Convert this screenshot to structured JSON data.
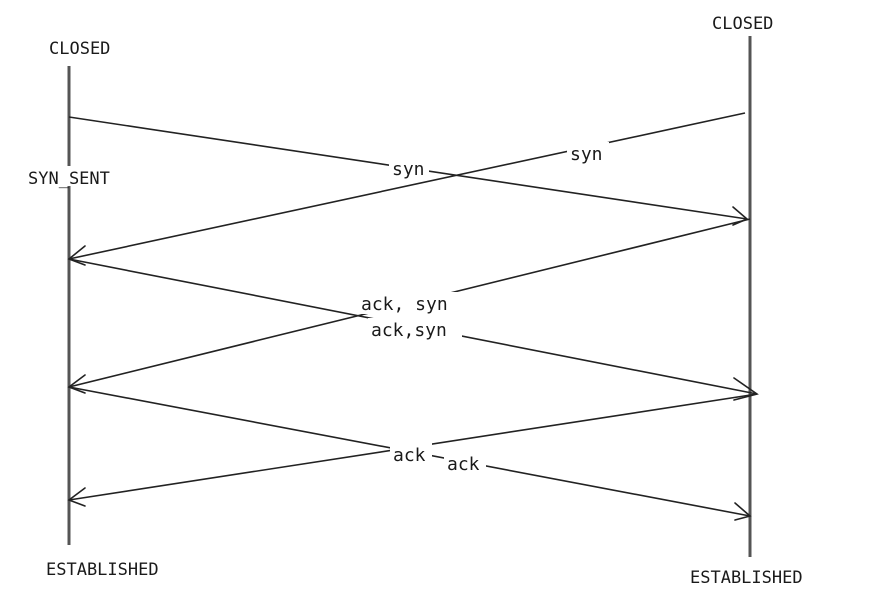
{
  "states": {
    "left_top": "CLOSED",
    "right_top": "CLOSED",
    "left_syn_sent": "SYN_SENT",
    "left_bottom": "ESTABLISHED",
    "right_bottom": "ESTABLISHED"
  },
  "messages": {
    "syn_left_to_right": "syn",
    "syn_right_to_left": "syn",
    "ack_syn_right_to_left": "ack, syn",
    "ack_syn_left_to_right": "ack,syn",
    "ack_right_to_left": "ack",
    "ack_left_to_right": "ack"
  }
}
